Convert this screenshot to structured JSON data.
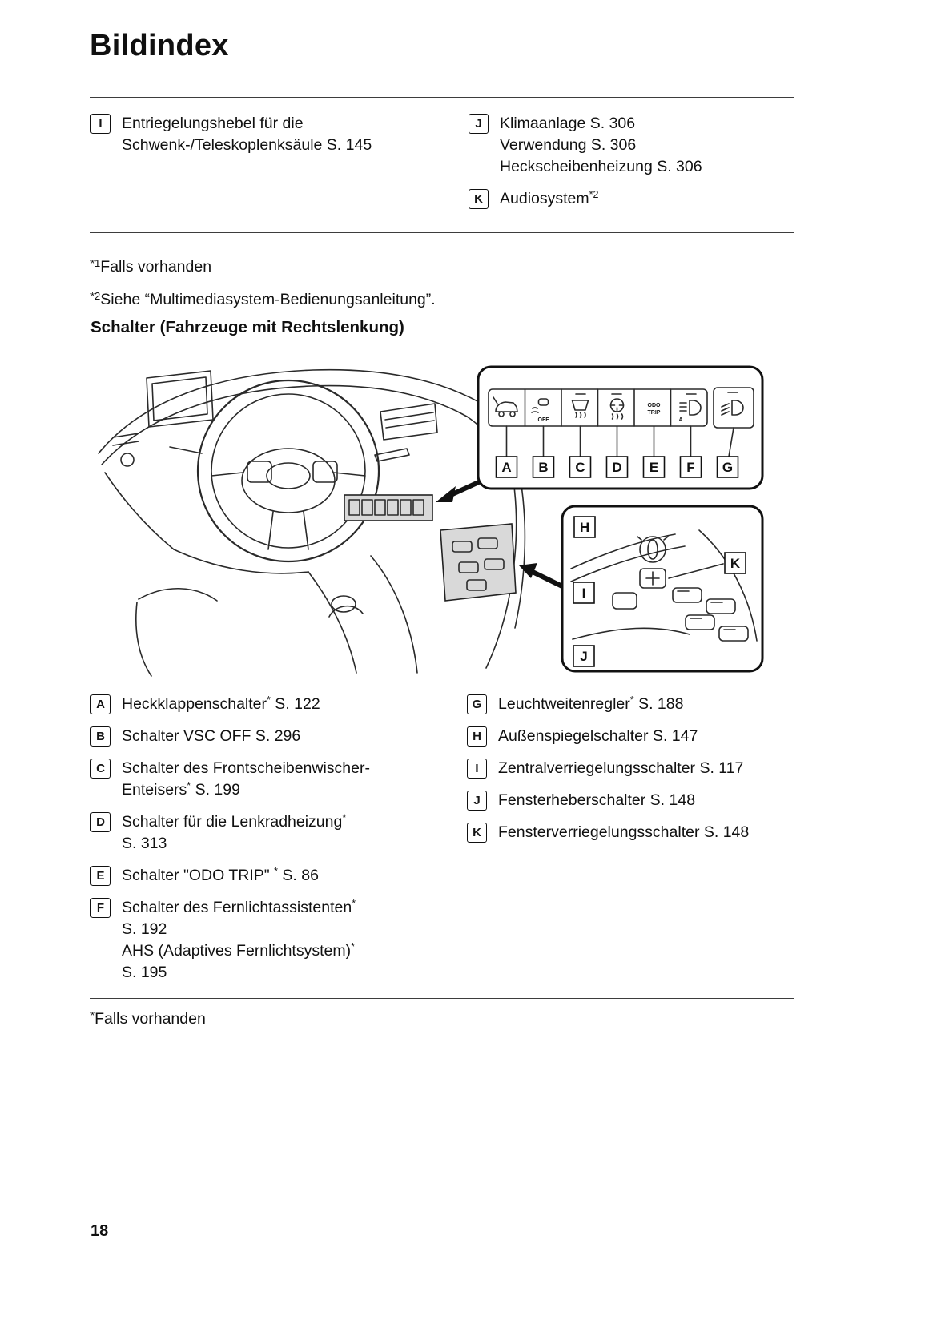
{
  "page": {
    "title": "Bildindex",
    "number": "18"
  },
  "top_index": {
    "left_items": [
      {
        "key": "I",
        "lines": [
          [
            {
              "t": "Entriegelungshebel für die"
            }
          ],
          [
            {
              "t": "Schwenk-/Teleskoplenksäule S. 145"
            }
          ]
        ]
      }
    ],
    "right_items": [
      {
        "key": "J",
        "lines": [
          [
            {
              "t": "Klimaanlage S. 306"
            }
          ],
          [
            {
              "t": "Verwendung S. 306"
            }
          ],
          [
            {
              "t": "Heckscheibenheizung S. 306"
            }
          ]
        ]
      },
      {
        "key": "K",
        "lines": [
          [
            {
              "t": "Audiosystem"
            },
            {
              "sup": "*2"
            }
          ]
        ]
      }
    ]
  },
  "footnotes": [
    {
      "sup": "*1",
      "text": "Falls vorhanden"
    },
    {
      "sup": "*2",
      "text": "Siehe “Multimediasystem-Bedienungsanleitung”."
    }
  ],
  "section": {
    "heading": "Schalter (Fahrzeuge mit Rechtslenkung)"
  },
  "diagram": {
    "panel1_labels": [
      "A",
      "B",
      "C",
      "D",
      "E",
      "F",
      "G"
    ],
    "panel2_labels": {
      "h": "H",
      "k": "K",
      "i": "I",
      "j": "J"
    },
    "icon_texts": {
      "vsc_off": "OFF",
      "odo": "ODO",
      "trip": "TRIP",
      "auto": "A"
    },
    "icons": [
      "tailgate-switch-icon",
      "vsc-off-switch-icon",
      "windshield-deicer-switch-icon",
      "steering-heater-switch-icon",
      "odo-trip-switch-icon",
      "high-beam-assist-switch-icon",
      "headlight-leveling-switch-icon"
    ]
  },
  "legend": {
    "left_items": [
      {
        "key": "A",
        "lines": [
          [
            {
              "t": "Heckklappenschalter"
            },
            {
              "sup": "*"
            },
            {
              "t": " S. 122"
            }
          ]
        ]
      },
      {
        "key": "B",
        "lines": [
          [
            {
              "t": "Schalter VSC OFF S. 296"
            }
          ]
        ]
      },
      {
        "key": "C",
        "lines": [
          [
            {
              "t": "Schalter des Frontscheibenwischer-"
            }
          ],
          [
            {
              "t": "Enteisers"
            },
            {
              "sup": "*"
            },
            {
              "t": " S. 199"
            }
          ]
        ]
      },
      {
        "key": "D",
        "lines": [
          [
            {
              "t": "Schalter für die Lenkradheizung"
            },
            {
              "sup": "*"
            }
          ],
          [
            {
              "t": "S. 313"
            }
          ]
        ]
      },
      {
        "key": "E",
        "lines": [
          [
            {
              "t": "Schalter \"ODO TRIP\" "
            },
            {
              "sup": "*"
            },
            {
              "t": " S. 86"
            }
          ]
        ]
      },
      {
        "key": "F",
        "lines": [
          [
            {
              "t": "Schalter des Fernlichtassistenten"
            },
            {
              "sup": "*"
            }
          ],
          [
            {
              "t": "S. 192"
            }
          ],
          [
            {
              "t": "AHS (Adaptives Fernlichtsystem)"
            },
            {
              "sup": "*"
            }
          ],
          [
            {
              "t": "S. 195"
            }
          ]
        ]
      }
    ],
    "right_items": [
      {
        "key": "G",
        "lines": [
          [
            {
              "t": "Leuchtweitenregler"
            },
            {
              "sup": "*"
            },
            {
              "t": " S. 188"
            }
          ]
        ]
      },
      {
        "key": "H",
        "lines": [
          [
            {
              "t": "Außenspiegelschalter S. 147"
            }
          ]
        ]
      },
      {
        "key": "I",
        "lines": [
          [
            {
              "t": "Zentralverriegelungsschalter S. 117"
            }
          ]
        ]
      },
      {
        "key": "J",
        "lines": [
          [
            {
              "t": "Fensterheberschalter S. 148"
            }
          ]
        ]
      },
      {
        "key": "K",
        "lines": [
          [
            {
              "t": "Fensterverriegelungsschalter S. 148"
            }
          ]
        ]
      }
    ]
  },
  "bottom_footnote": {
    "sup": "*",
    "text": "Falls vorhanden"
  }
}
